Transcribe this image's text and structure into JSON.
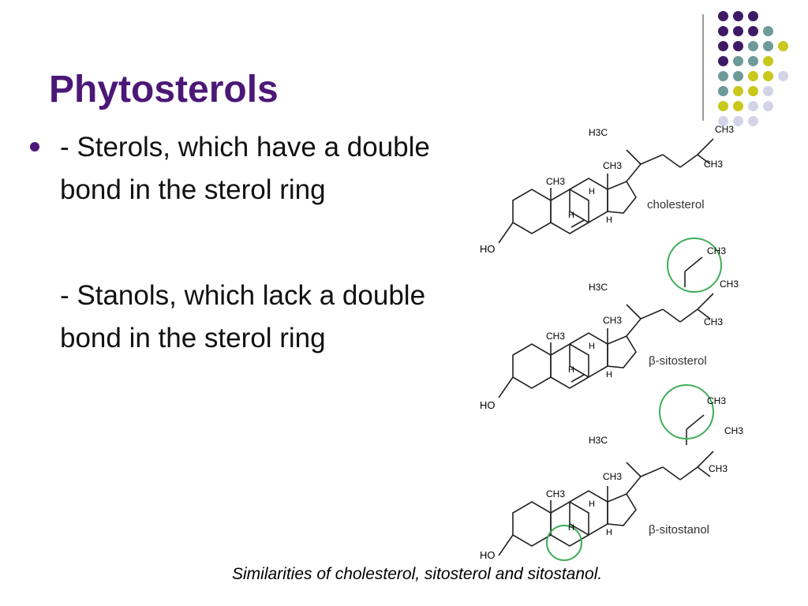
{
  "slide": {
    "title": "Phytosterols",
    "bullet_1": "- Sterols, which have a double bond in the sterol ring",
    "paragraph_2": "- Stanols, which lack a double bond in the sterol ring",
    "caption": "Similarities of cholesterol, sitosterol and sitostanol."
  },
  "structures": {
    "cholesterol_label": "cholesterol",
    "sitosterol_label": "β-sitosterol",
    "sitostanol_label": "β-sitostanol",
    "ho": "HO",
    "ch3": "CH3",
    "h3c": "H3C",
    "h": "H"
  },
  "colors": {
    "title": "#4b1877",
    "dot_purple": "#3e1a66",
    "dot_teal": "#6f9a9a",
    "dot_yellow": "#c8c81e",
    "dot_lavender": "#d4d4e8",
    "highlight_circle": "#3fae5a"
  },
  "decor_dot_colors": [
    [
      "dot_purple",
      "dot_purple",
      "dot_purple"
    ],
    [
      "dot_purple",
      "dot_purple",
      "dot_purple",
      "dot_teal"
    ],
    [
      "dot_purple",
      "dot_purple",
      "dot_teal",
      "dot_teal",
      "dot_yellow"
    ],
    [
      "dot_purple",
      "dot_teal",
      "dot_teal",
      "dot_yellow"
    ],
    [
      "dot_teal",
      "dot_teal",
      "dot_yellow",
      "dot_yellow",
      "dot_lavender"
    ],
    [
      "dot_teal",
      "dot_yellow",
      "dot_yellow",
      "dot_lavender"
    ],
    [
      "dot_yellow",
      "dot_yellow",
      "dot_lavender",
      "dot_lavender"
    ],
    [
      "dot_lavender",
      "dot_lavender",
      "dot_lavender"
    ]
  ]
}
